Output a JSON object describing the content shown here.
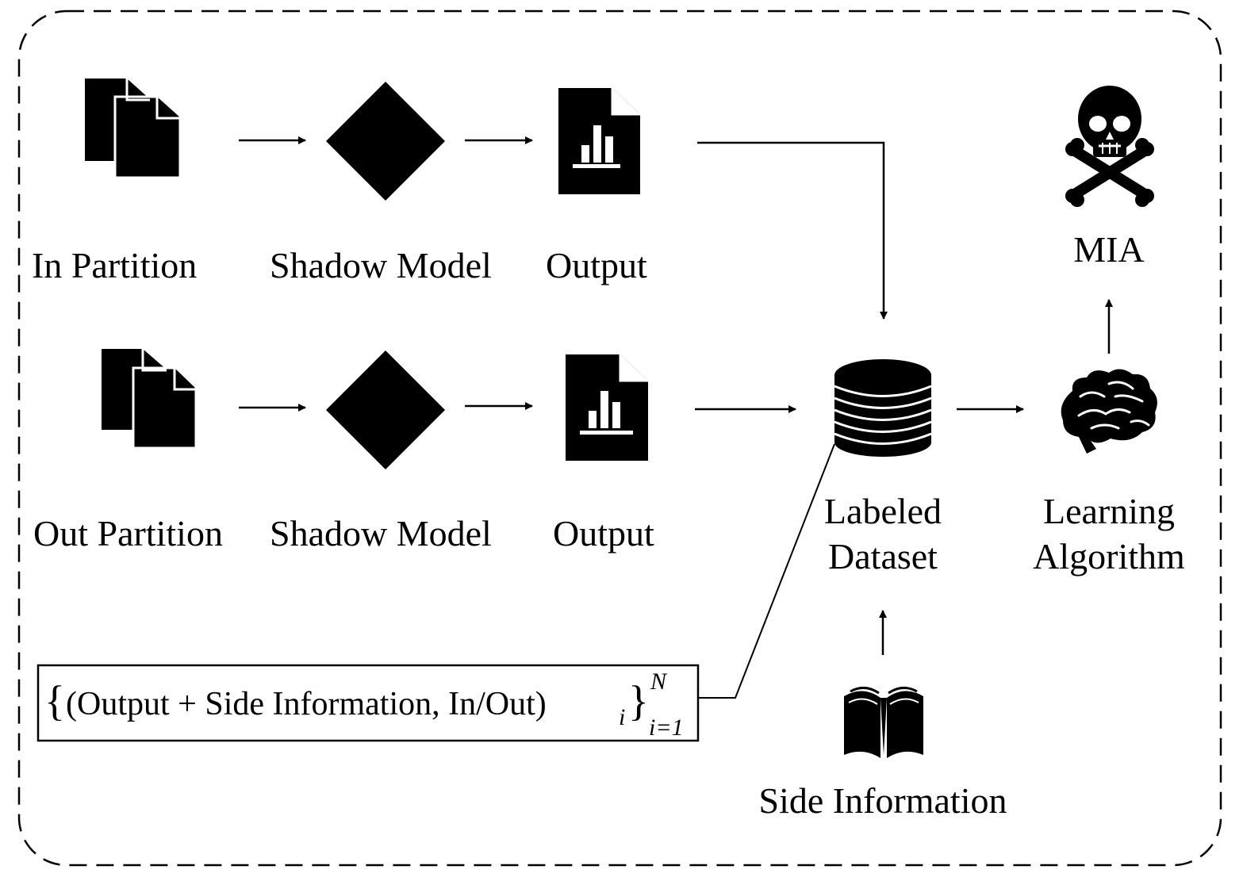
{
  "labels": {
    "in_partition": "In Partition",
    "out_partition": "Out Partition",
    "shadow_model_top": "Shadow Model",
    "shadow_model_bottom": "Shadow Model",
    "output_top": "Output",
    "output_bottom": "Output",
    "labeled_dataset_line1": "Labeled",
    "labeled_dataset_line2": "Dataset",
    "learning_algorithm_line1": "Learning",
    "learning_algorithm_line2": "Algorithm",
    "mia": "MIA",
    "side_information": "Side Information"
  },
  "formula": {
    "brace_open": "{",
    "body": "(Output + Side Information, In/Out)",
    "subscript_i": "i",
    "brace_close": "}",
    "superscript": "N",
    "lower_limit": "i=1"
  },
  "icons": {
    "in_partition": "documents-icon",
    "out_partition": "documents-icon",
    "shadow_model": "diamond-icon",
    "output": "chart-report-icon",
    "dataset": "database-icon",
    "learning_algorithm": "brain-icon",
    "mia": "skull-crossbones-icon",
    "side_information": "open-book-icon"
  },
  "colors": {
    "stroke": "#000000",
    "fill": "#000000",
    "background": "#ffffff"
  }
}
